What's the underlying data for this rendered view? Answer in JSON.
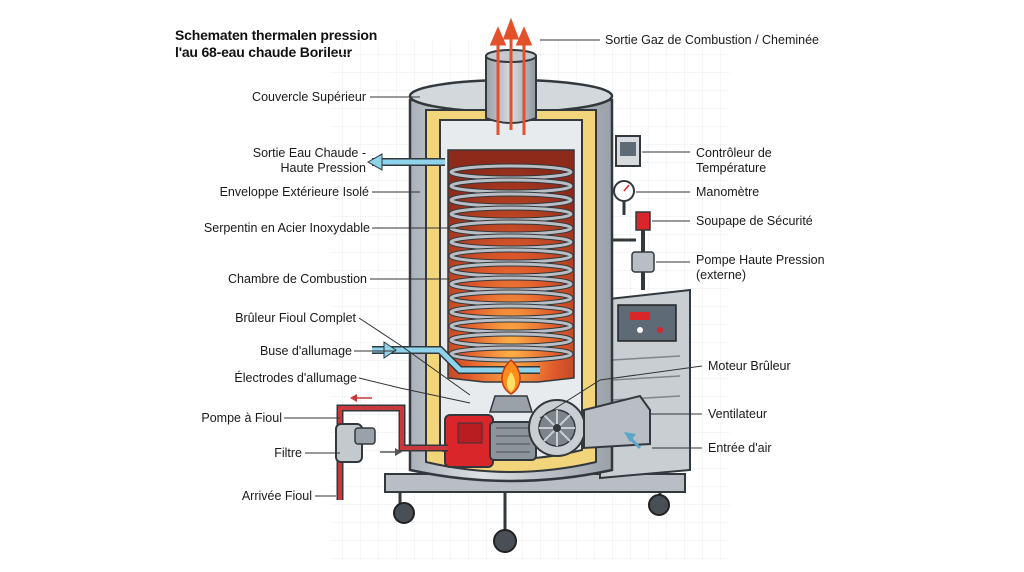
{
  "title": {
    "line1": "Schematen thermalen pression",
    "line2": "l'au 68-eau chaude Borileur"
  },
  "labels_left": {
    "couvercle": "Couvercle Supérieur",
    "sortie_eau_1": "Sortie Eau Chaude -",
    "sortie_eau_2": "Haute Pression",
    "enveloppe": "Enveloppe Extérieure Isolé",
    "serpentin": "Serpentin en Acier Inoxydable",
    "chambre": "Chambre de Combustion",
    "bruleur": "Brûleur Fioul Complet",
    "buse": "Buse d'allumage",
    "electrodes": "Électrodes d'allumage",
    "pompe_fioul": "Pompe à Fioul",
    "filtre": "Filtre",
    "arrivee": "Arrivée Fioul"
  },
  "labels_right": {
    "sortie_gaz": "Sortie Gaz de Combustion / Cheminée",
    "controleur_1": "Contrôleur de",
    "controleur_2": "Température",
    "manometre": "Manomètre",
    "soupape": "Soupape de Sécurité",
    "pompe_hp_1": "Pompe Haute Pression",
    "pompe_hp_2": "(externe)",
    "moteur": "Moteur Brûleur",
    "ventilateur": "Ventilateur",
    "entree_air": "Entrée d'air"
  },
  "colors": {
    "shell": "#c7ccd2",
    "insulation": "#f2d57a",
    "chamber": "#cf4a2a",
    "coil": "#b9bec4",
    "burner_red": "#d9262b",
    "water_arrow": "#8ed3ea",
    "flame": "#ffb02e",
    "fuel_pipe": "#c8383c"
  },
  "icons": [
    "flame-icon",
    "fan-icon",
    "gauge-icon",
    "thermostat-icon",
    "valve-icon",
    "wheel-icon"
  ]
}
